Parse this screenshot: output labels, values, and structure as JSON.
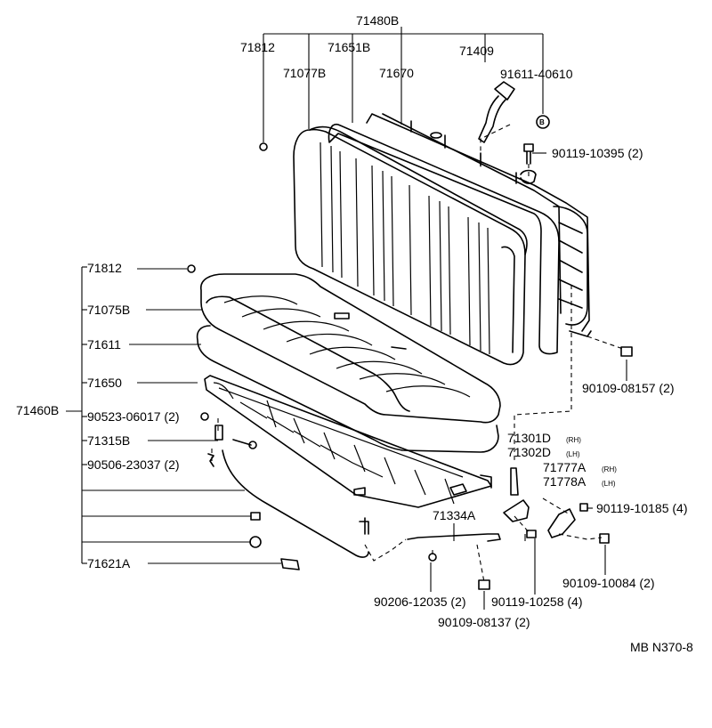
{
  "labels": {
    "assy_back": "71480B",
    "p71812_top": "71812",
    "p71651b": "71651B",
    "p71409": "71409",
    "p71077b": "71077B",
    "p71670": "71670",
    "p91611": "91611-40610",
    "mark_b": "B",
    "p90119_10395": "90119-10395 (2)",
    "p71812_mid": "71812",
    "p71075b": "71075B",
    "p71611": "71611",
    "p71650": "71650",
    "assy_cushion": "71460B",
    "p90523": "90523-06017 (2)",
    "p71315b": "71315B",
    "p90506": "90506-23037 (2)",
    "p71621a": "71621A",
    "p90109_08157": "90109-08157 (2)",
    "p71301d": "71301D",
    "p71301d_side": "(RH)",
    "p71302d": "71302D",
    "p71302d_side": "(LH)",
    "p71777a": "71777A",
    "p71777a_side": "(RH)",
    "p71778a": "71778A",
    "p71778a_side": "(LH)",
    "p90119_10185": "90119-10185 (4)",
    "p71334a": "71334A",
    "p90109_10084": "90109-10084 (2)",
    "p90206": "90206-12035 (2)",
    "p90119_10258": "90119-10258 (4)",
    "p90109_08137": "90109-08137 (2)",
    "drawing_no": "MB N370-8"
  }
}
